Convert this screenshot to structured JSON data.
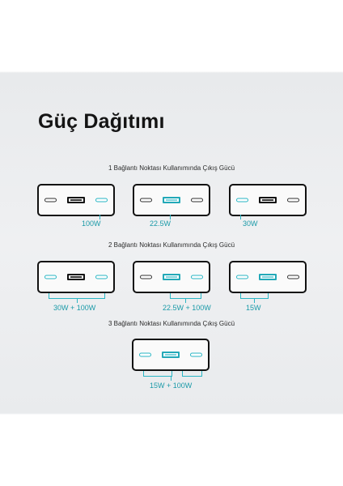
{
  "title": "Güç Dağıtımı",
  "sections": [
    {
      "label": "1 Bağlantı Noktası Kullanımında Çıkış Gücü",
      "outputs": [
        "100W",
        "22.5W",
        "30W"
      ]
    },
    {
      "label": "2 Bağlantı Noktası Kullanımında Çıkış Gücü",
      "outputs": [
        "30W + 100W",
        "22.5W + 100W",
        "15W"
      ]
    },
    {
      "label": "3 Bağlantı Noktası Kullanımında Çıkış Gücü",
      "outputs": [
        "15W + 100W"
      ]
    }
  ],
  "colors": {
    "accent": "#2ab6c4",
    "title": "#141414",
    "background": "#eff0f2"
  }
}
